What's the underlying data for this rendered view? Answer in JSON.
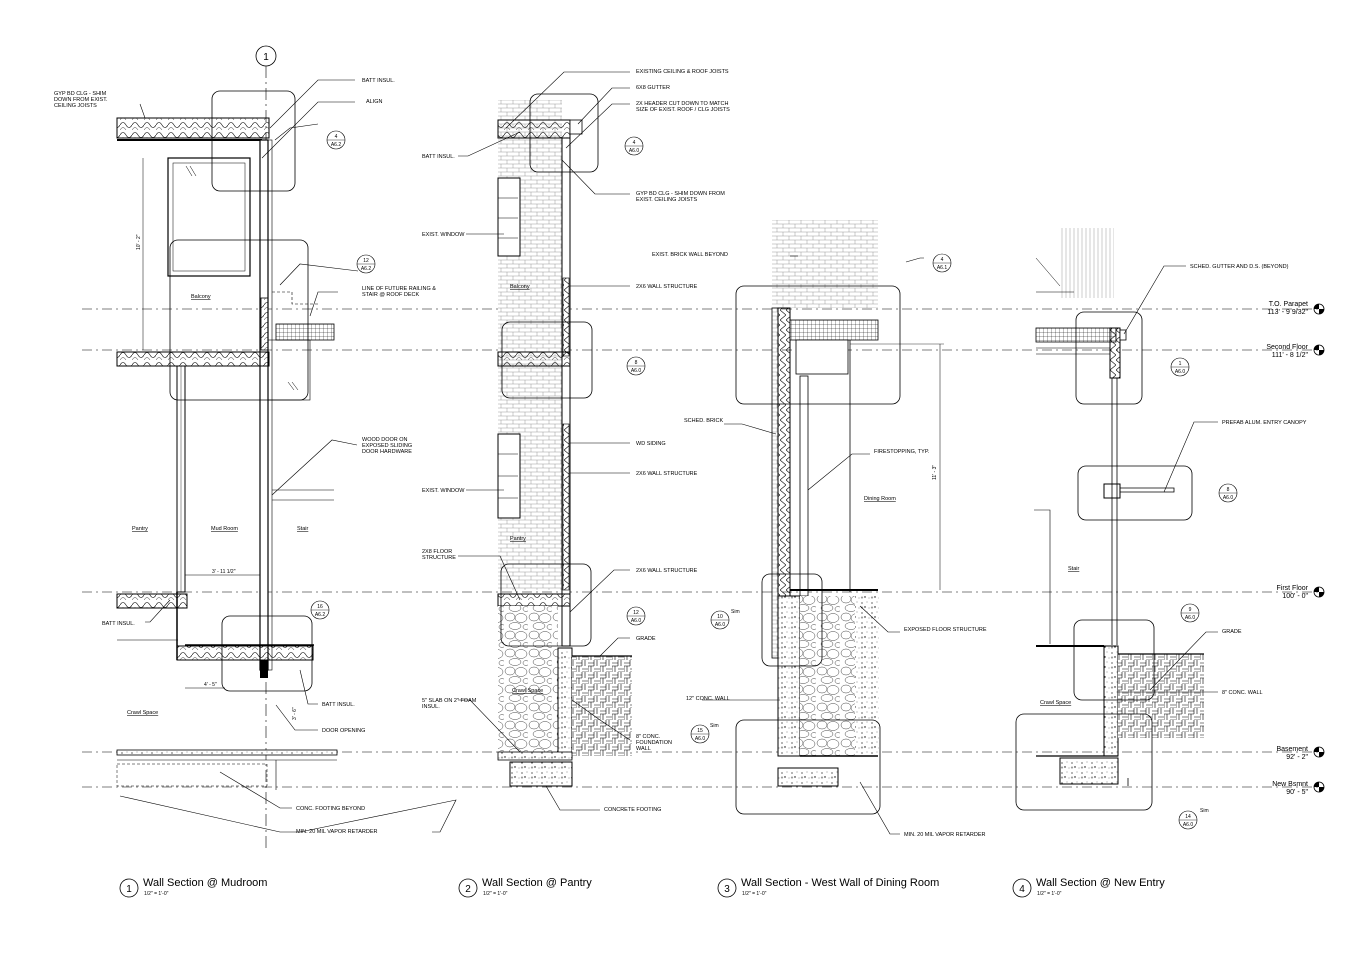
{
  "grid_bubble": "1",
  "titles": [
    {
      "num": "1",
      "title": "Wall Section @ Mudroom",
      "scale": "1/2\" = 1'-0\""
    },
    {
      "num": "2",
      "title": "Wall Section @ Pantry",
      "scale": "1/2\" = 1'-0\""
    },
    {
      "num": "3",
      "title": "Wall Section - West Wall of Dining Room",
      "scale": "1/2\" = 1'-0\""
    },
    {
      "num": "4",
      "title": "Wall Section @ New Entry",
      "scale": "1/2\" = 1'-0\""
    }
  ],
  "levels": [
    {
      "name": "T.O. Parapet",
      "elev": "113' - 9 9/32\""
    },
    {
      "name": "Second Floor",
      "elev": "111' - 8 1/2\""
    },
    {
      "name": "First Floor",
      "elev": "100' - 0\""
    },
    {
      "name": "Basement",
      "elev": "92' - 2\""
    },
    {
      "name": "New Bsmnt",
      "elev": "90' - 5\""
    }
  ],
  "s1": {
    "gyp_ceiling": [
      "GYP BD CLG - SHIM",
      "DOWN FROM EXIST.",
      "CEILING JOISTS"
    ],
    "batt_insul_top": "BATT INSUL.",
    "align": "ALIGN",
    "railing": [
      "LINE OF FUTURE RAILING &",
      "STAIR @ ROOF DECK"
    ],
    "wood_door": [
      "WOOD DOOR ON",
      "EXPOSED SLIDING",
      "DOOR HARDWARE"
    ],
    "batt_insul_left": "BATT INSUL.",
    "batt_insul_bottom": "BATT INSUL.",
    "door_opening": "DOOR OPENING",
    "footing_beyond": "CONC. FOOTING BEYOND",
    "vapor": "MIN. 20 MIL VAPOR RETARDER",
    "rooms": [
      "Balcony",
      "Pantry",
      "Mud Room",
      "Stair",
      "Crawl Space"
    ],
    "dims": [
      "10' - 2\"",
      "3' - 11 1/2\"",
      "4' - 5\"",
      "3' - 6\""
    ],
    "tags": [
      {
        "n": "4",
        "s": "A6.2"
      },
      {
        "n": "12",
        "s": "A6.2"
      },
      {
        "n": "16",
        "s": "A6.2"
      }
    ]
  },
  "s2": {
    "existing_ceiling": "EXISTING CEILING & ROOF JOISTS",
    "gutter": "6X8 GUTTER",
    "header": [
      "2X HEADER CUT DOWN TO MATCH",
      "SIZE OF EXIST. ROOF / CLG JOISTS"
    ],
    "batt_insul": "BATT INSUL.",
    "gyp": [
      "GYP BD CLG - SHIM DOWN FROM",
      "EXIST. CEILING JOISTS"
    ],
    "exist_window_top": "EXIST. WINDOW",
    "wall_structure_1": "2X6 WALL STRUCTURE",
    "wd_siding": "WD SIDING",
    "wall_structure_2": "2X6 WALL STRUCTURE",
    "exist_window_bottom": "EXIST. WINDOW",
    "floor_structure": [
      "2X8 FLOOR",
      "STRUCTURE"
    ],
    "wall_structure_3": "2X6 WALL STRUCTURE",
    "grade": "GRADE",
    "slab": [
      "5\" SLAB ON 2\" FOAM",
      "INSUL."
    ],
    "foundation": [
      "8\" CONC.",
      "FOUNDATION",
      "WALL"
    ],
    "footing": "CONCRETE FOOTING",
    "rooms": [
      "Balcony",
      "Pantry",
      "Crawl Space"
    ],
    "tags": [
      {
        "n": "4",
        "s": "A6.0"
      },
      {
        "n": "8",
        "s": "A6.0"
      },
      {
        "n": "12",
        "s": "A6.0"
      }
    ]
  },
  "s3": {
    "brick_beyond": "EXIST. BRICK WALL BEYOND",
    "sched_brick": "SCHED. BRICK",
    "firestopping": "FIRESTOPPING, TYP.",
    "exposed_floor": "EXPOSED FLOOR STRUCTURE",
    "conc_wall": "12\" CONC. WALL",
    "vapor": "MIN. 20 MIL VAPOR RETARDER",
    "rooms": [
      "Dining Room"
    ],
    "dim": "11' - 3\"",
    "sim": "Sim",
    "tags": [
      {
        "n": "4",
        "s": "A6.1"
      },
      {
        "n": "10",
        "s": "A6.0"
      },
      {
        "n": "15",
        "s": "A6.0"
      }
    ]
  },
  "s4": {
    "gutter": "SCHED. GUTTER AND D.S. (BEYOND)",
    "canopy": "PREFAB ALUM. ENTRY CANOPY",
    "grade": "GRADE",
    "conc_wall": "8\" CONC. WALL",
    "rooms": [
      "Stair",
      "Crawl Space"
    ],
    "sim": "Sim",
    "tags": [
      {
        "n": "1",
        "s": "A6.0"
      },
      {
        "n": "8",
        "s": "A6.0"
      },
      {
        "n": "9",
        "s": "A6.0"
      },
      {
        "n": "14",
        "s": "A6.0"
      }
    ]
  },
  "colors": {
    "ink": "#000000",
    "callout": "#000000"
  }
}
